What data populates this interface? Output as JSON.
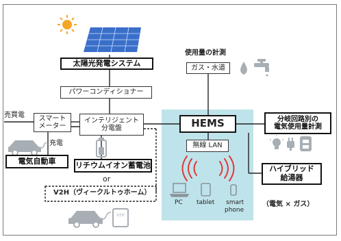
{
  "nodes": {
    "solar": "太陽光発電システム",
    "power_conditioner": "パワーコンディショナー",
    "smart_meter_line1": "スマート",
    "smart_meter_line2": "メーター",
    "panel_line1": "インテリジェント",
    "panel_line2": "分電盤",
    "hems": "HEMS",
    "gas_water": "ガス・水道",
    "wireless_lan": "無線 LAN",
    "circuit_line1": "分岐回路別の",
    "circuit_line2": "電気使用量計測",
    "hybrid_line1": "ハイブリッド",
    "hybrid_line2": "給湯器",
    "ev": "電気自動車",
    "battery": "リチウムイオン蓄電池",
    "v2h": "V2H（ヴィークルトゥホーム）"
  },
  "labels": {
    "usage_measure": "使用量の計測",
    "buy_sell": "売買電",
    "charge": "充電",
    "or": "or",
    "hybrid_note": "（電気 × ガス）"
  },
  "devices": {
    "pc": "PC",
    "tablet": "tablet",
    "smartphone_line1": "smart",
    "smartphone_line2": "phone"
  },
  "icon_label": {
    "v2h_unit": "V2H"
  },
  "colors": {
    "hems_area": "#bfe3ea",
    "sun": "#f5a623",
    "solar_panel": "#3a6fc9",
    "wifi": "#e03a3a",
    "icons": "#9aa3aa"
  }
}
